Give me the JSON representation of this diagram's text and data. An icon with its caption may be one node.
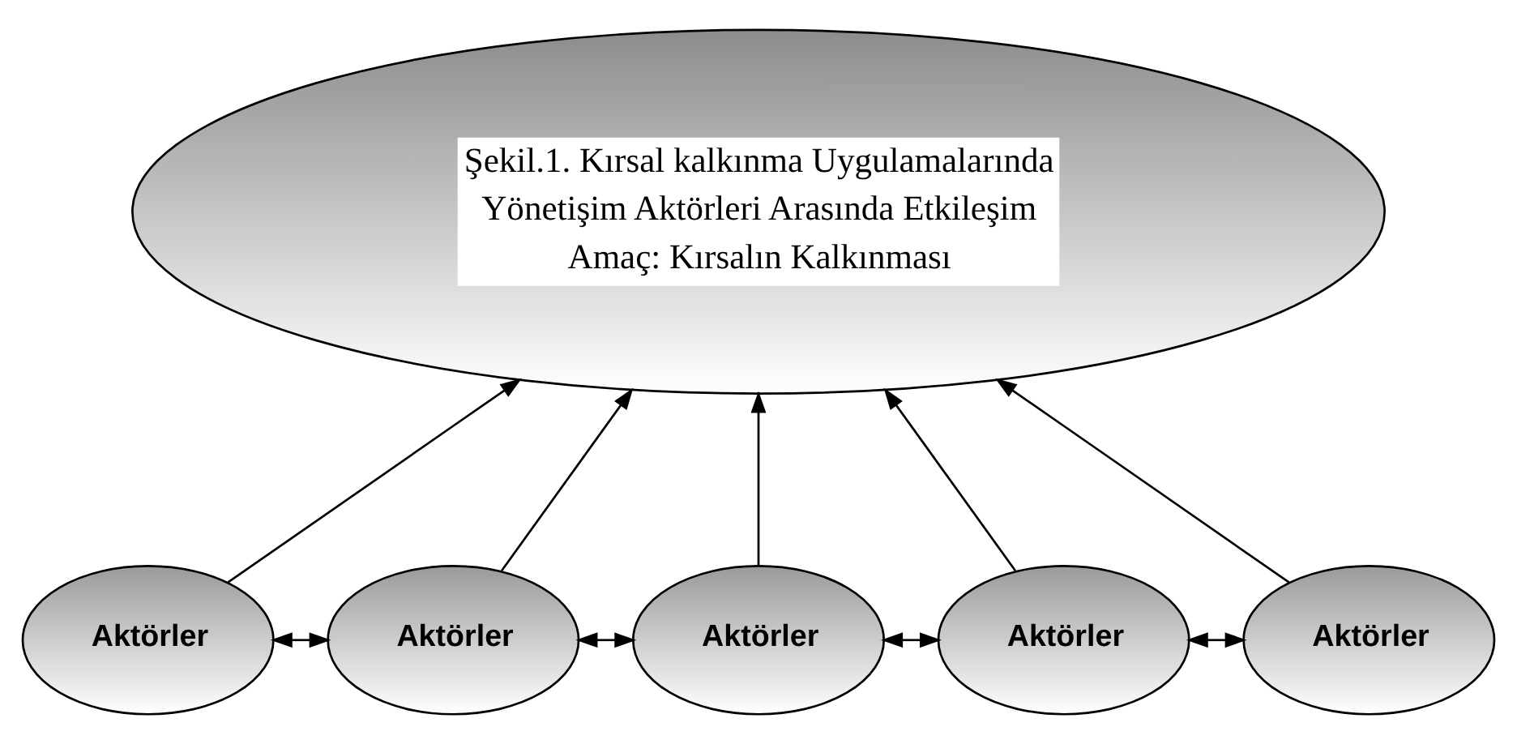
{
  "diagram": {
    "nodes": [
      {
        "text": [
          "Şekil.1. Kırsal kalkınma Uygulamalarında Yönetişim Aktörleri Arasında Etkileşim",
          "Amaç: Kırsalın Kalkınması"
        ]
      },
      {
        "text": [
          "Aktörler"
        ]
      },
      {
        "text": [
          "Aktörler"
        ]
      },
      {
        "text": [
          "Aktörler"
        ]
      },
      {
        "text": [
          "Aktörler"
        ]
      },
      {
        "text": [
          "Aktörler"
        ]
      }
    ],
    "edges": [
      {
        "from": 1,
        "to": 0,
        "arrow": "to"
      },
      {
        "from": 2,
        "to": 0,
        "arrow": "to"
      },
      {
        "from": 3,
        "to": 0,
        "arrow": "to"
      },
      {
        "from": 4,
        "to": 0,
        "arrow": "to"
      },
      {
        "from": 5,
        "to": 0,
        "arrow": "to"
      },
      {
        "from": 1,
        "to": 2,
        "arrow": "both"
      },
      {
        "from": 2,
        "to": 3,
        "arrow": "both"
      },
      {
        "from": 3,
        "to": 4,
        "arrow": "both"
      },
      {
        "from": 4,
        "to": 5,
        "arrow": "both"
      }
    ]
  }
}
